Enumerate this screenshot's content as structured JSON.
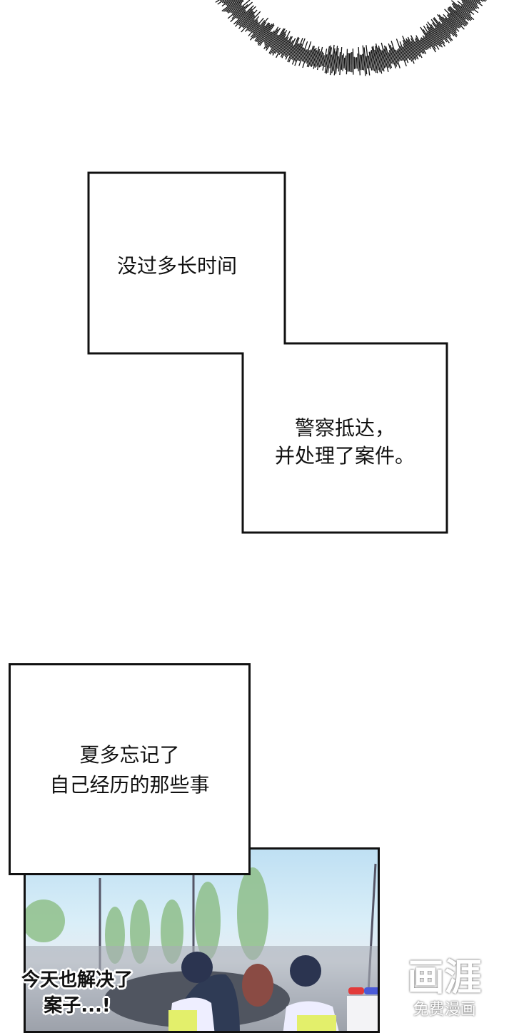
{
  "captions": {
    "caption1": "没过多长时间",
    "caption2_line1": "警察抵达，",
    "caption2_line2": "并处理了案件。",
    "caption3_line1": "夏多忘记了",
    "caption3_line2": "自己经历的那些事"
  },
  "speech": {
    "line1": "今天也解决了",
    "line2": "案子...!"
  },
  "watermark": {
    "logo": "画涯",
    "subtitle": "免费漫画"
  }
}
